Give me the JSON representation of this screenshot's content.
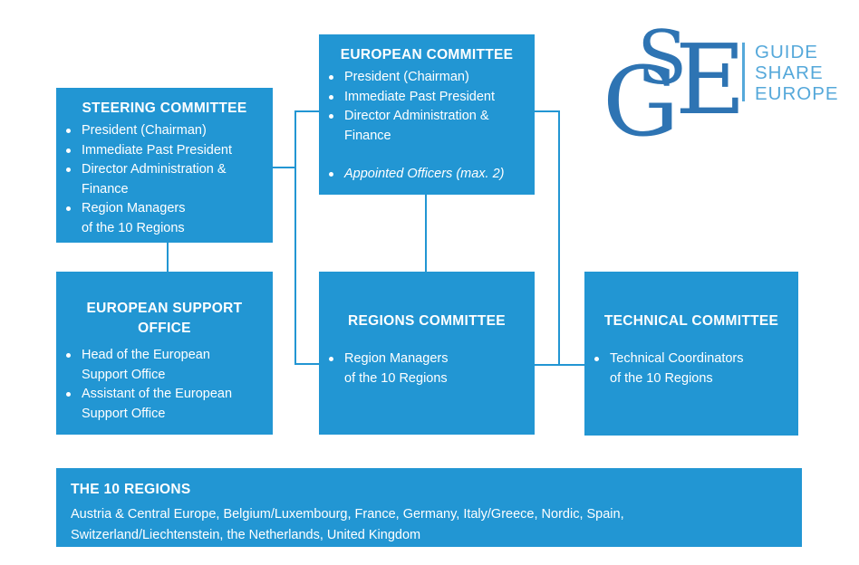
{
  "colors": {
    "box_blue": "#2296d3",
    "logo_letter_blue": "#2e74b3",
    "logo_wordmark_blue": "#55a8da",
    "box_text": "#ffffff"
  },
  "logo": {
    "letter_g": "G",
    "letter_s": "S",
    "letter_e": "E",
    "wordmark_line1": "GUIDE",
    "wordmark_line2": "SHARE",
    "wordmark_line3": "EUROPE"
  },
  "boxes": {
    "steering": {
      "title": "STEERING COMMITTEE",
      "items": [
        "President (Chairman)",
        "Immediate Past President",
        "Director Administration &\nFinance",
        "Region Managers\nof the 10 Regions"
      ]
    },
    "european": {
      "title": "EUROPEAN COMMITTEE",
      "items": [
        "President (Chairman)",
        "Immediate Past President",
        "Director Administration &\nFinance"
      ],
      "appointed_item": "Appointed Officers (max. 2)"
    },
    "eso": {
      "title": "EUROPEAN SUPPORT\nOFFICE",
      "items": [
        "Head of the European\nSupport Office",
        "Assistant of the European\nSupport Office"
      ]
    },
    "regions": {
      "title": "REGIONS COMMITTEE",
      "items": [
        "Region Managers\nof the 10 Regions"
      ]
    },
    "technical": {
      "title": "TECHNICAL COMMITTEE",
      "items": [
        "Technical Coordinators\nof the 10 Regions"
      ]
    },
    "ten_regions": {
      "title": "THE 10 REGIONS",
      "text": "Austria & Central Europe, Belgium/Luxembourg, France, Germany, Italy/Greece, Nordic, Spain,\nSwitzerland/Liechtenstein, the Netherlands, United Kingdom"
    }
  }
}
